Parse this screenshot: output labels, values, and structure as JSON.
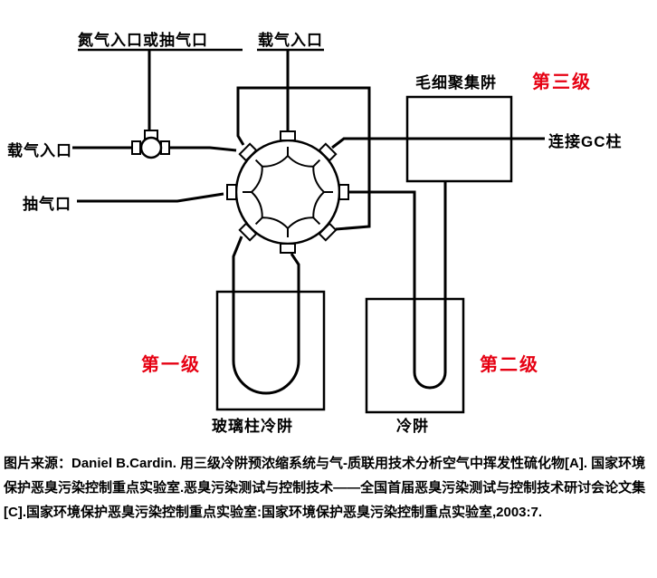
{
  "labels": {
    "nitrogen_inlet": "氮气入口或抽气口",
    "carrier_gas_inlet_top": "载气入口",
    "carrier_gas_inlet_left": "载气入口",
    "pump_outlet": "抽气口",
    "capillary_trap": "毛细聚集阱",
    "stage3": "第三级",
    "gc_column": "连接GC柱",
    "stage1": "第一级",
    "stage2": "第二级",
    "glass_column_trap": "玻璃柱冷阱",
    "cold_trap": "冷阱"
  },
  "colors": {
    "line": "#000000",
    "stage_label": "#e60012",
    "background": "#ffffff"
  },
  "caption": "图片来源：Daniel B.Cardin. 用三级冷阱预浓缩系统与气-质联用技术分析空气中挥发性硫化物[A]. 国家环境保护恶臭污染控制重点实验室.恶臭污染测试与控制技术——全国首届恶臭污染测试与控制技术研讨会论文集[C].国家环境保护恶臭污染控制重点实验室:国家环境保护恶臭污染控制重点实验室,2003:7."
}
